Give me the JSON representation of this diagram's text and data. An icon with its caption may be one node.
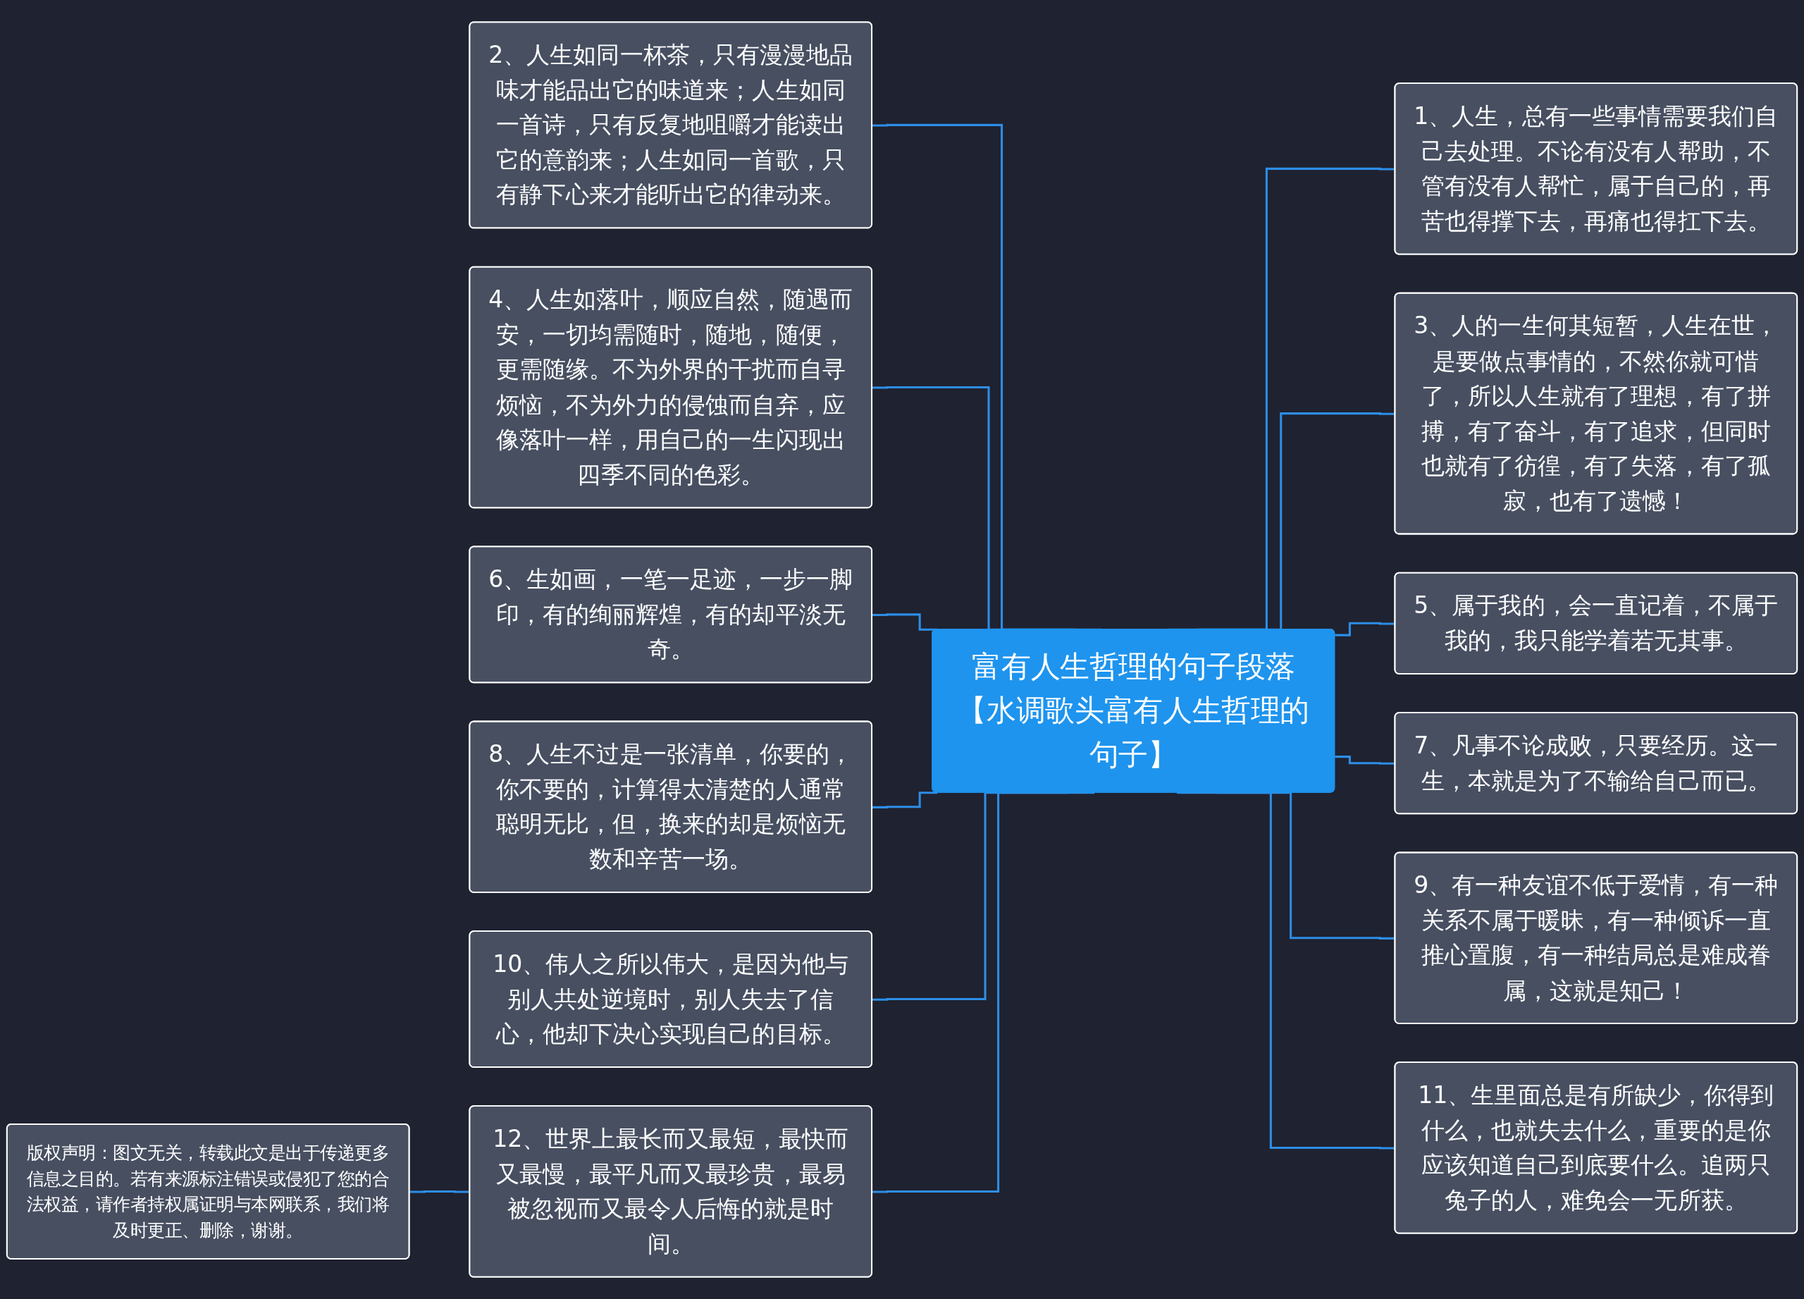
{
  "diagram": {
    "nodes": [
      {
        "text": [
          "富有人生哲理的句子段落【水调歌头富有人生哲理的句子】"
        ]
      },
      {
        "text": [
          "2、人生如同一杯茶，只有漫漫地品味才能品出它的味道来；人生如同一首诗，只有反复地咀嚼才能读出它的意韵来；人生如同一首歌，只有静下心来才能听出它的律动来。"
        ]
      },
      {
        "text": [
          "4、人生如落叶，顺应自然，随遇而安，一切均需随时，随地，随便，更需随缘。不为外界的干扰而自寻烦恼，不为外力的侵蚀而自弃，应像落叶一样，用自己的一生闪现出四季不同的色彩。"
        ]
      },
      {
        "text": [
          "6、生如画，一笔一足迹，一步一脚印，有的绚丽辉煌，有的却平淡无奇。"
        ]
      },
      {
        "text": [
          "8、人生不过是一张清单，你要的，你不要的，计算得太清楚的人通常聪明无比，但，换来的却是烦恼无数和辛苦一场。"
        ]
      },
      {
        "text": [
          "10、伟人之所以伟大，是因为他与别人共处逆境时，别人失去了信心，他却下决心实现自己的目标。"
        ]
      },
      {
        "text": [
          "12、世界上最长而又最短，最快而又最慢，最平凡而又最珍贵，最易被忽视而又最令人后悔的就是时间。"
        ]
      },
      {
        "text": [
          "版权声明：图文无关，转载此文是出于传递更多信息之目的。若有来源标注错误或侵犯了您的合法权益，请作者持权属证明与本网联系，我们将及时更正、删除，谢谢。"
        ]
      },
      {
        "text": [
          "1、人生，总有一些事情需要我们自己去处理。不论有没有人帮助，不管有没有人帮忙，属于自己的，再苦也得撑下去，再痛也得扛下去。"
        ]
      },
      {
        "text": [
          "3、人的一生何其短暂，人生在世，是要做点事情的，不然你就可惜了，所以人生就有了理想，有了拼搏，有了奋斗，有了追求，但同时也就有了彷徨，有了失落，有了孤寂，也有了遗憾！"
        ]
      },
      {
        "text": [
          "5、属于我的，会一直记着，不属于我的，我只能学着若无其事。"
        ]
      },
      {
        "text": [
          "7、凡事不论成败，只要经历。这一生，本就是为了不输给自己而已。"
        ]
      },
      {
        "text": [
          "9、有一种友谊不低于爱情，有一种关系不属于暖昧，有一种倾诉一直推心置腹，有一种结局总是难成眷属，这就是知己！"
        ]
      },
      {
        "text": [
          "11、生里面总是有所缺少，你得到什么，也就失去什么，重要的是你应该知道自己到底要什么。追两只兔子的人，难免会一无所获。"
        ]
      }
    ],
    "edges": [
      {
        "from": 1,
        "to": 0,
        "arrow": "none"
      },
      {
        "from": 2,
        "to": 0,
        "arrow": "none"
      },
      {
        "from": 3,
        "to": 0,
        "arrow": "none"
      },
      {
        "from": 4,
        "to": 0,
        "arrow": "none"
      },
      {
        "from": 5,
        "to": 0,
        "arrow": "none"
      },
      {
        "from": 6,
        "to": 0,
        "arrow": "none"
      },
      {
        "from": 7,
        "to": 6,
        "arrow": "none"
      },
      {
        "from": 0,
        "to": 8,
        "arrow": "none"
      },
      {
        "from": 0,
        "to": 9,
        "arrow": "none"
      },
      {
        "from": 0,
        "to": 10,
        "arrow": "none"
      },
      {
        "from": 0,
        "to": 11,
        "arrow": "none"
      },
      {
        "from": 0,
        "to": 12,
        "arrow": "none"
      },
      {
        "from": 0,
        "to": 13,
        "arrow": "none"
      }
    ]
  }
}
